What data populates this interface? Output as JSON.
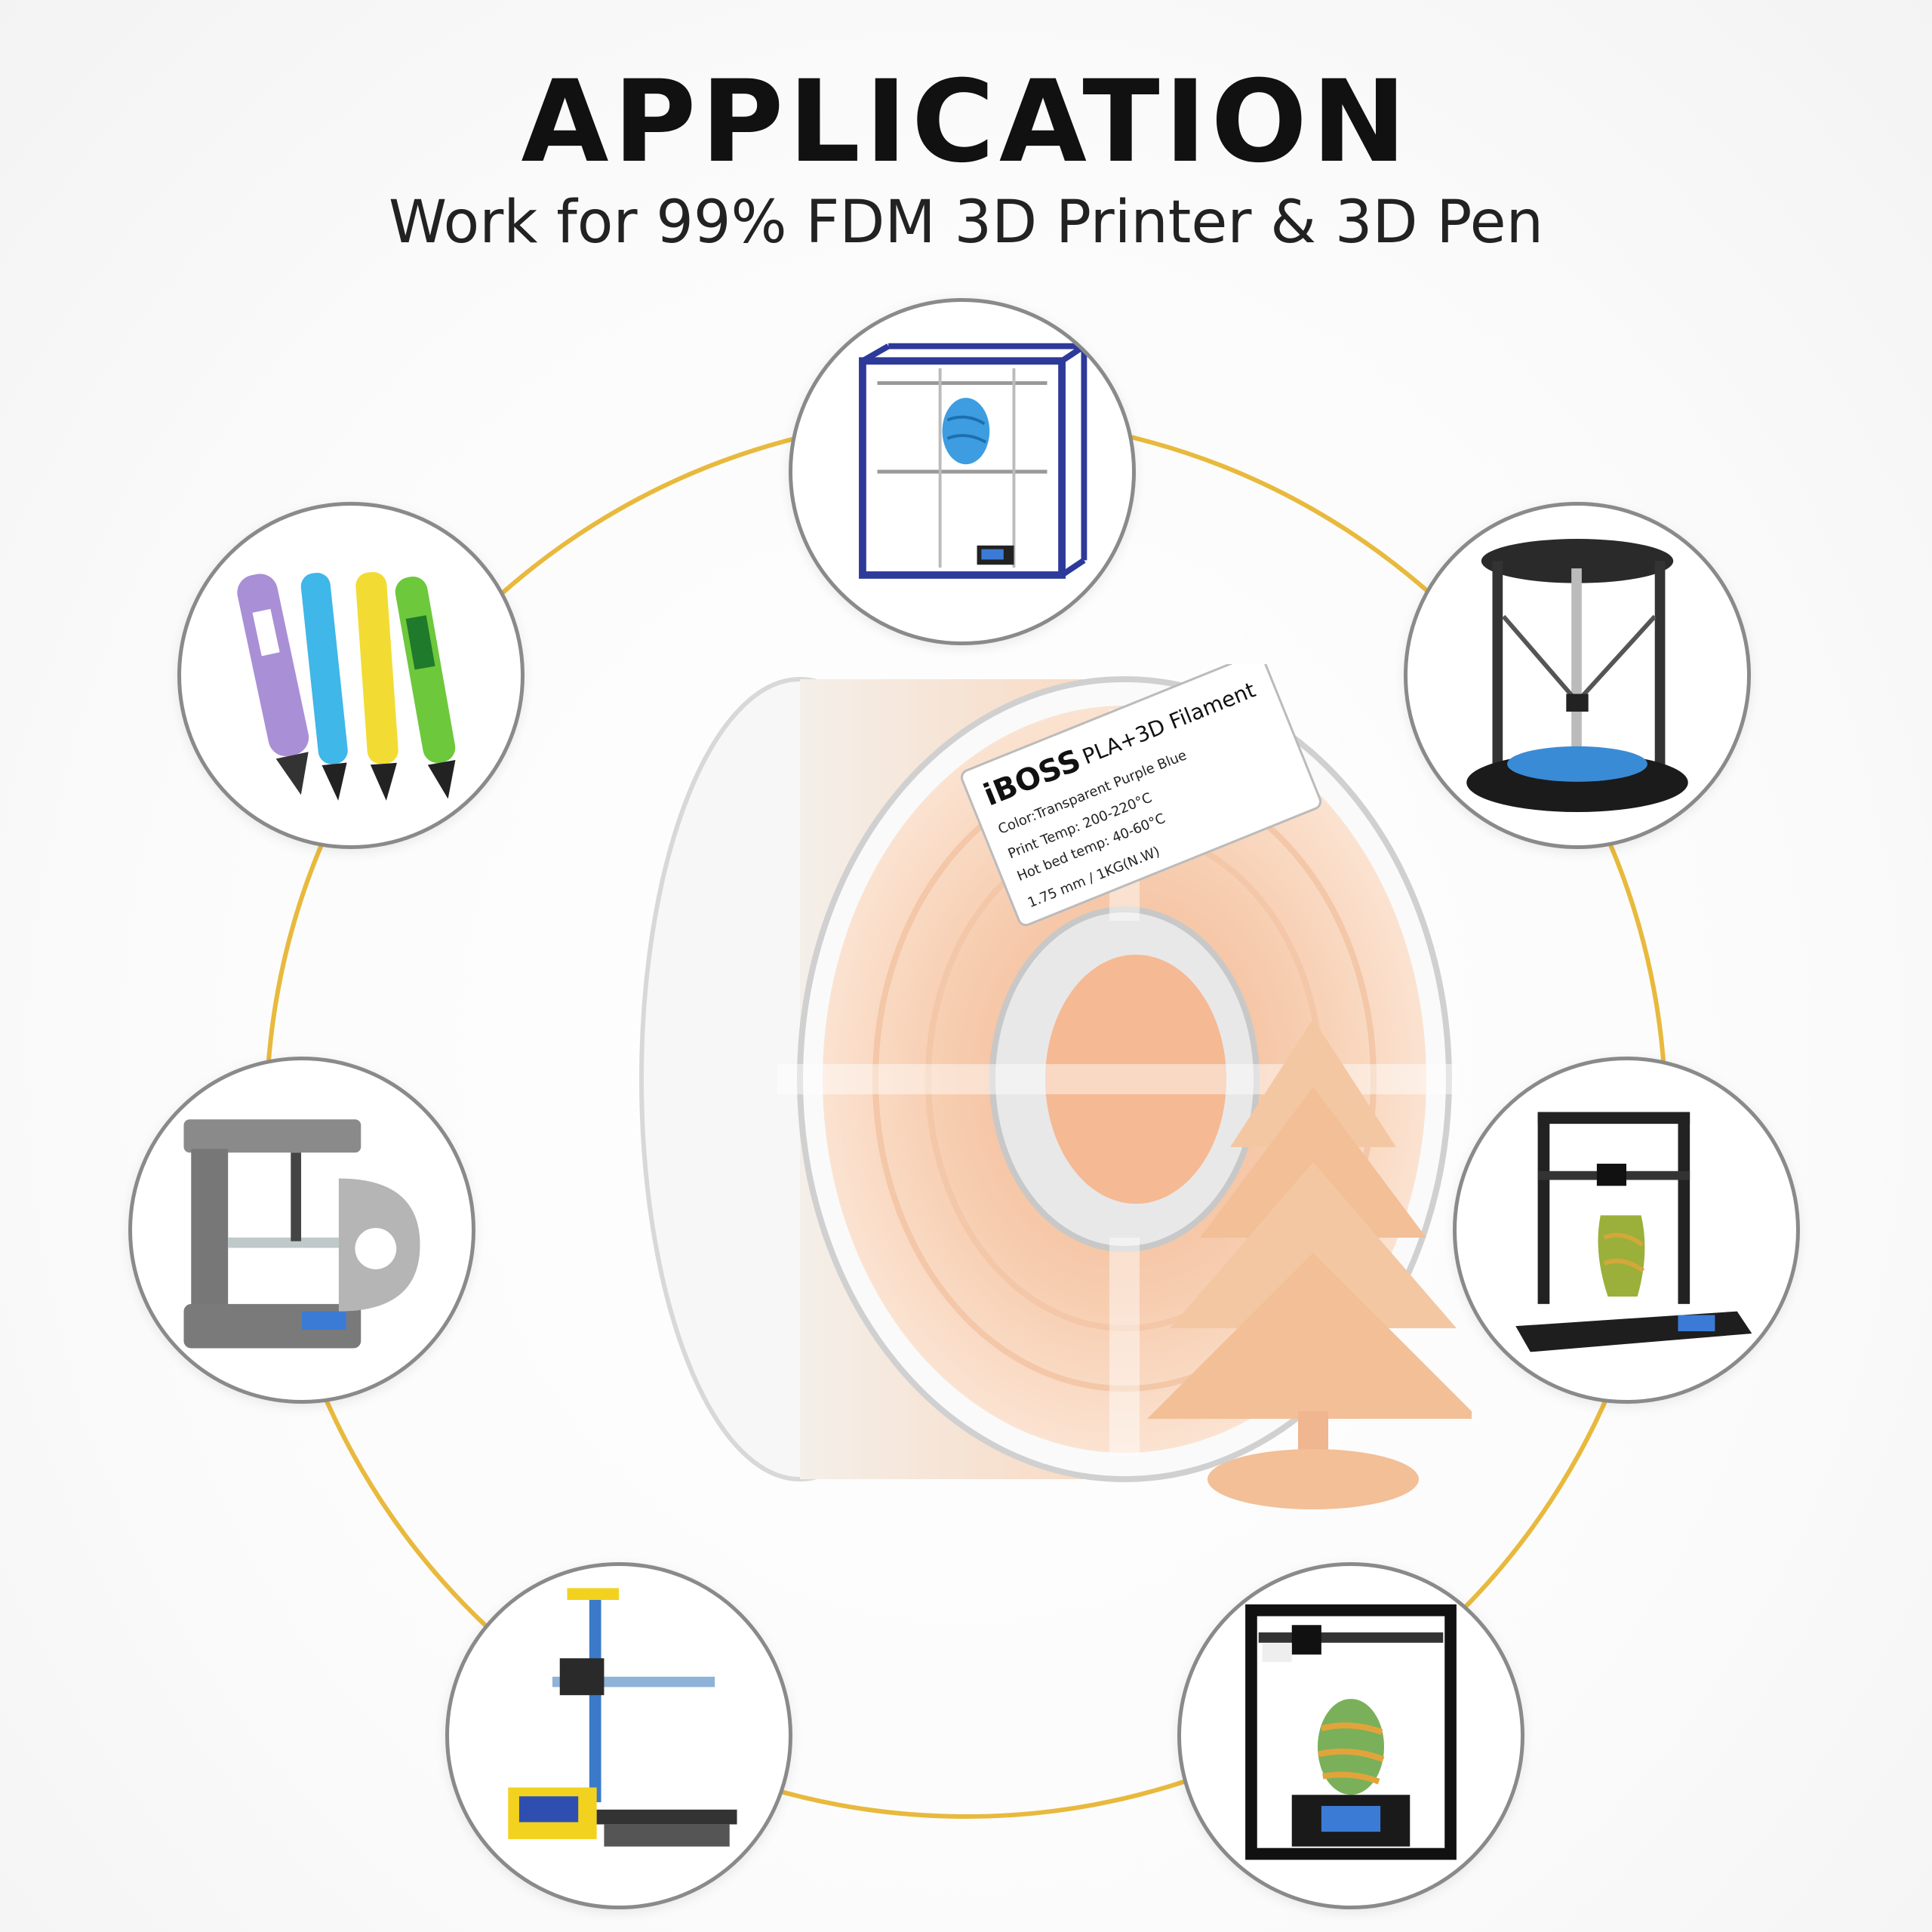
{
  "header": {
    "title": "APPLICATION",
    "subtitle": "Work for 99% FDM 3D Printer & 3D Pen"
  },
  "spool_label": {
    "brand": "iBOSS",
    "product": "PLA+3D Filament",
    "color_line": "Color:Transparent Purple Blue",
    "print_temp": "Print Temp: 200-220°C",
    "bed_temp": "Hot bed temp: 40-60°C",
    "spec": "1.75 mm / 1KG(N.W)"
  },
  "colors": {
    "ring": "#e8b93c",
    "bubble_border": "#8a8a8a",
    "filament": "#f6c6a4",
    "printer_blue": "#2d3a9a"
  },
  "applications": [
    {
      "icon": "cube-frame-printer-icon"
    },
    {
      "icon": "3d-pens-icon"
    },
    {
      "icon": "delta-printer-icon"
    },
    {
      "icon": "desktop-printer-icon"
    },
    {
      "icon": "open-frame-printer-icon"
    },
    {
      "icon": "mini-printer-icon"
    },
    {
      "icon": "enclosed-printer-icon"
    }
  ]
}
